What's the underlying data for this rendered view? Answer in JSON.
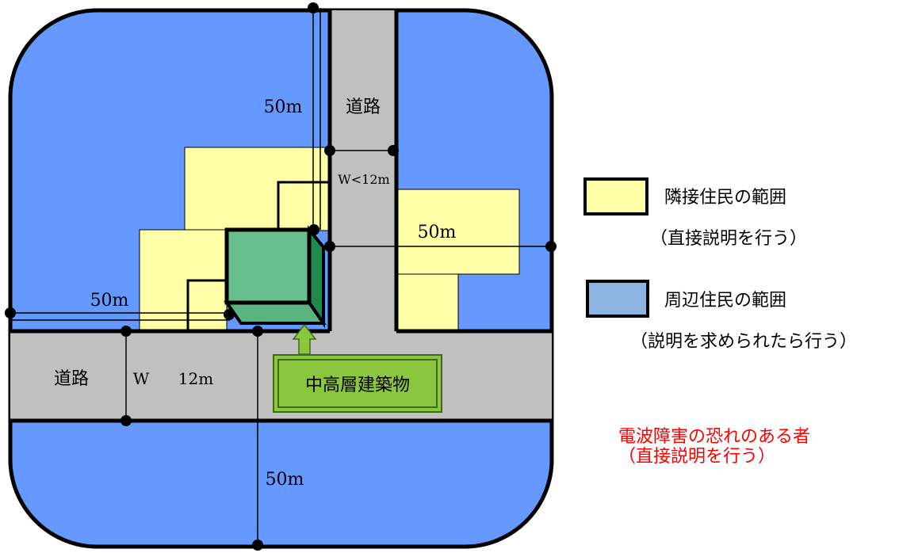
{
  "diagram": {
    "roads": {
      "vertical_label": "道路",
      "horizontal_label": "道路",
      "vertical_width_label": "W<12m",
      "horizontal_width_label_w": "W",
      "horizontal_width_label_value": "12m"
    },
    "distances": {
      "top": "50m",
      "left": "50m",
      "right": "50m",
      "bottom": "50m"
    },
    "building_label": "中高層建築物"
  },
  "legend": {
    "adjacent": {
      "title": "隣接住民の範囲",
      "note": "（直接説明を行う）",
      "color": "#ffffa8"
    },
    "surrounding": {
      "title": "周辺住民の範囲",
      "note": "（説明を求められたら行う）",
      "color": "#8eb4e3"
    },
    "interference": {
      "title": "電波障害の恐れのある者",
      "note": "（直接説明を行う）",
      "color": "#ff0000"
    }
  },
  "colors": {
    "area_blue": "#6699ff",
    "road_gray": "#c0c0c0",
    "building_green": "#66bf8c",
    "label_green": "#8cc63f"
  }
}
